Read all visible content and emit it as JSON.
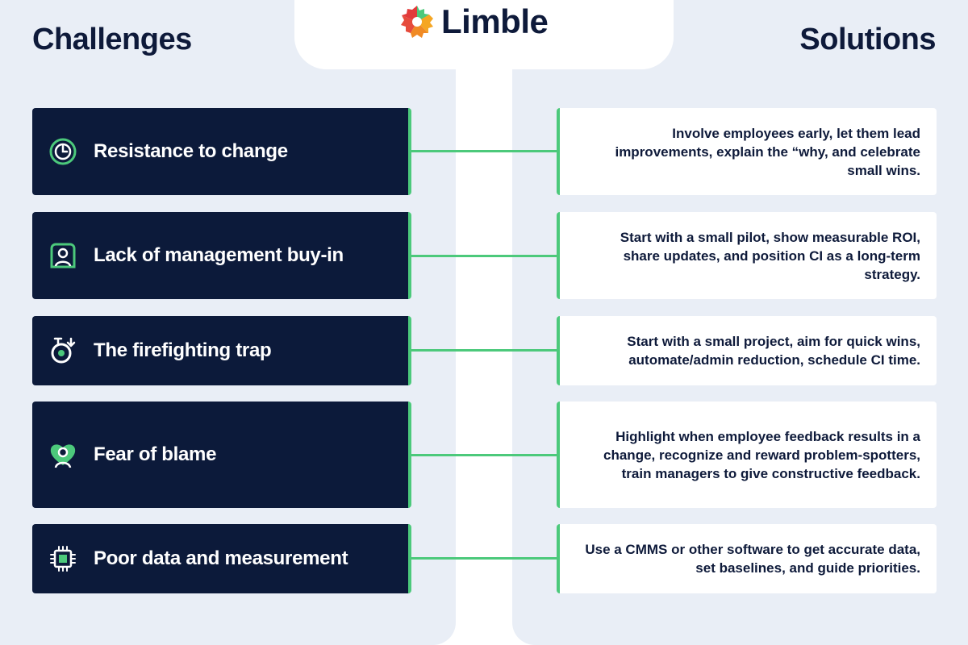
{
  "brand": {
    "name": "Limble"
  },
  "headings": {
    "left": "Challenges",
    "right": "Solutions"
  },
  "colors": {
    "navy": "#0c1a3a",
    "green": "#4cc97b",
    "background": "#e9eef6"
  },
  "rows": [
    {
      "challenge": "Resistance to change",
      "icon": "clock-face-icon",
      "solution": "Involve employees early, let them lead improvements, explain the “why, and celebrate small wins."
    },
    {
      "challenge": "Lack of management buy-in",
      "icon": "user-badge-icon",
      "solution": "Start with a small pilot, show measurable ROI, share updates, and position CI as a long-term strategy."
    },
    {
      "challenge": "The firefighting trap",
      "icon": "target-arrow-icon",
      "solution": "Start with a small project, aim for quick wins, automate/admin reduction, schedule CI time."
    },
    {
      "challenge": "Fear of blame",
      "icon": "heart-person-icon",
      "solution": "Highlight when employee feedback results in a change, recognize and reward problem-spotters, train managers to give constructive feedback."
    },
    {
      "challenge": "Poor data and measurement",
      "icon": "chip-icon",
      "solution": "Use a CMMS or other software to get accurate data, set baselines, and guide priorities."
    }
  ]
}
